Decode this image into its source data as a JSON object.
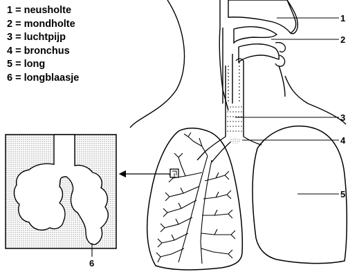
{
  "legend": {
    "items": [
      {
        "number": "1",
        "label": "1 = neusholte"
      },
      {
        "number": "2",
        "label": "2 = mondholte"
      },
      {
        "number": "3",
        "label": "3 = luchtpijp"
      },
      {
        "number": "4",
        "label": "4 = bronchus"
      },
      {
        "number": "5",
        "label": "5 = long"
      },
      {
        "number": "6",
        "label": "6 = longblaasje"
      }
    ]
  },
  "callouts": {
    "c1": "1",
    "c2": "2",
    "c3": "3",
    "c4": "4",
    "c5": "5",
    "c6": "6"
  }
}
